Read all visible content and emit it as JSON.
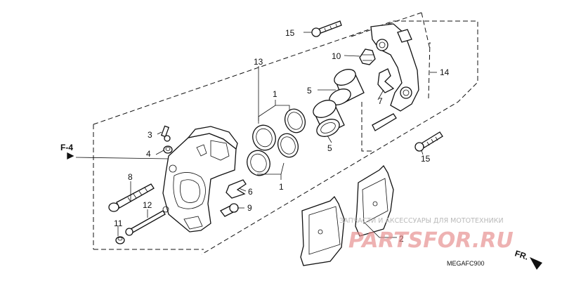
{
  "diagram": {
    "code": "MEGAFC900",
    "reference": "F-4",
    "front_indicator": "FR.",
    "callouts": [
      {
        "id": "c1a",
        "text": "1"
      },
      {
        "id": "c1b",
        "text": "1"
      },
      {
        "id": "c2",
        "text": "2"
      },
      {
        "id": "c3",
        "text": "3"
      },
      {
        "id": "c4",
        "text": "4"
      },
      {
        "id": "c5a",
        "text": "5"
      },
      {
        "id": "c5b",
        "text": "5"
      },
      {
        "id": "c6",
        "text": "6"
      },
      {
        "id": "c7",
        "text": "7"
      },
      {
        "id": "c8",
        "text": "8"
      },
      {
        "id": "c9",
        "text": "9"
      },
      {
        "id": "c10",
        "text": "10"
      },
      {
        "id": "c11",
        "text": "11"
      },
      {
        "id": "c12",
        "text": "12"
      },
      {
        "id": "c13",
        "text": "13"
      },
      {
        "id": "c14",
        "text": "14"
      },
      {
        "id": "c15a",
        "text": "15"
      },
      {
        "id": "c15b",
        "text": "15"
      }
    ]
  },
  "watermark": {
    "tagline": "ЗАПЧАСТИ И АКСЕССУАРЫ ДЛЯ МОТОТЕХНИКИ",
    "brand": "PARTSFOR.RU"
  }
}
